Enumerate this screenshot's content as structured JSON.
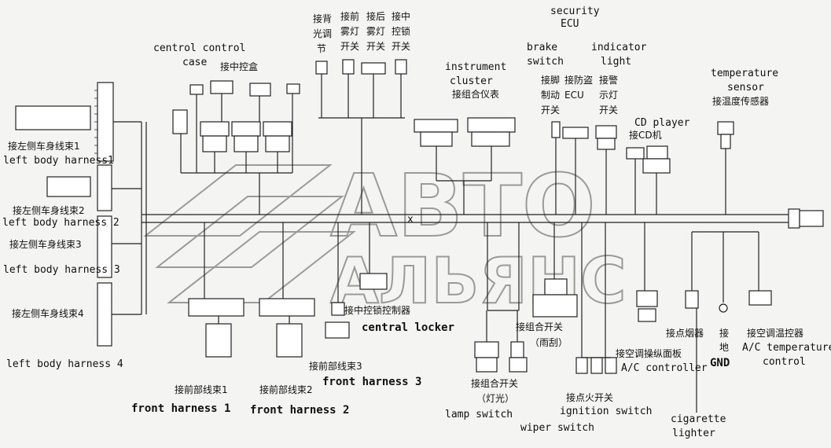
{
  "labels": {
    "security_ecu": [
      "security",
      "ECU"
    ],
    "centrol_control": [
      "centrol control",
      "case"
    ],
    "centrol_cn": "接中控盒",
    "backlight_cn": [
      "接背",
      "光调",
      "节"
    ],
    "front_fog_cn": [
      "接前",
      "雾灯",
      "开关"
    ],
    "rear_fog_cn": [
      "接后",
      "雾灯",
      "开关"
    ],
    "central_lock_sw_cn": [
      "接中",
      "控锁",
      "开关"
    ],
    "instrument": [
      "instrument",
      "cluster"
    ],
    "instrument_cn": "接组合仪表",
    "brake": [
      "brake",
      "switch"
    ],
    "brake_cn": [
      "接脚",
      "制动",
      "开关"
    ],
    "anti_theft_cn": [
      "接防盗",
      "ECU"
    ],
    "indicator": [
      "indicator",
      "light"
    ],
    "warn_light_cn": [
      "接警",
      "示灯",
      "开关"
    ],
    "cd": "CD player",
    "cd_cn": "接CD机",
    "temp": [
      "temperature",
      "sensor"
    ],
    "temp_cn": "接温度传感器",
    "lbh1_cn": "接左侧车身线束1",
    "lbh1": "left body harness1",
    "lbh2_cn": "接左侧车身线束2",
    "lbh2": "left body harness 2",
    "lbh3_cn": "接左侧车身线束3",
    "lbh3": "left body harness 3",
    "lbh4_cn": "接左侧车身线束4",
    "lbh4": "left body harness 4",
    "central_locker_cn": "接中控锁控制器",
    "central_locker": "central locker",
    "fh3_cn": "接前部线束3",
    "fh3": "front harness 3",
    "fh1_cn": "接前部线束1",
    "fh1": "front harness 1",
    "fh2_cn": "接前部线束2",
    "fh2": "front harness 2",
    "combo_sw_cn": "接组合开关",
    "wiper_cn": "（雨刮）",
    "lamp_cn": "接组合开关",
    "lamp_paren_cn": "（灯光）",
    "lamp": "lamp switch",
    "wiper": "wiper switch",
    "ac_panel_cn": "接空调操纵面板",
    "ac_controller": "A/C controller",
    "ignition_cn": "接点火开关",
    "ignition": "ignition switch",
    "cig_cn": "接点烟器",
    "cig": [
      "cigarette",
      "lighter"
    ],
    "gnd_cn": [
      "接",
      "地"
    ],
    "gnd": "GND",
    "ac_temp_cn": "接空调温控器",
    "ac_temp": [
      "A/C temperature",
      "control"
    ],
    "watermark": [
      "АВТО",
      "АЛЬЯНС"
    ]
  }
}
